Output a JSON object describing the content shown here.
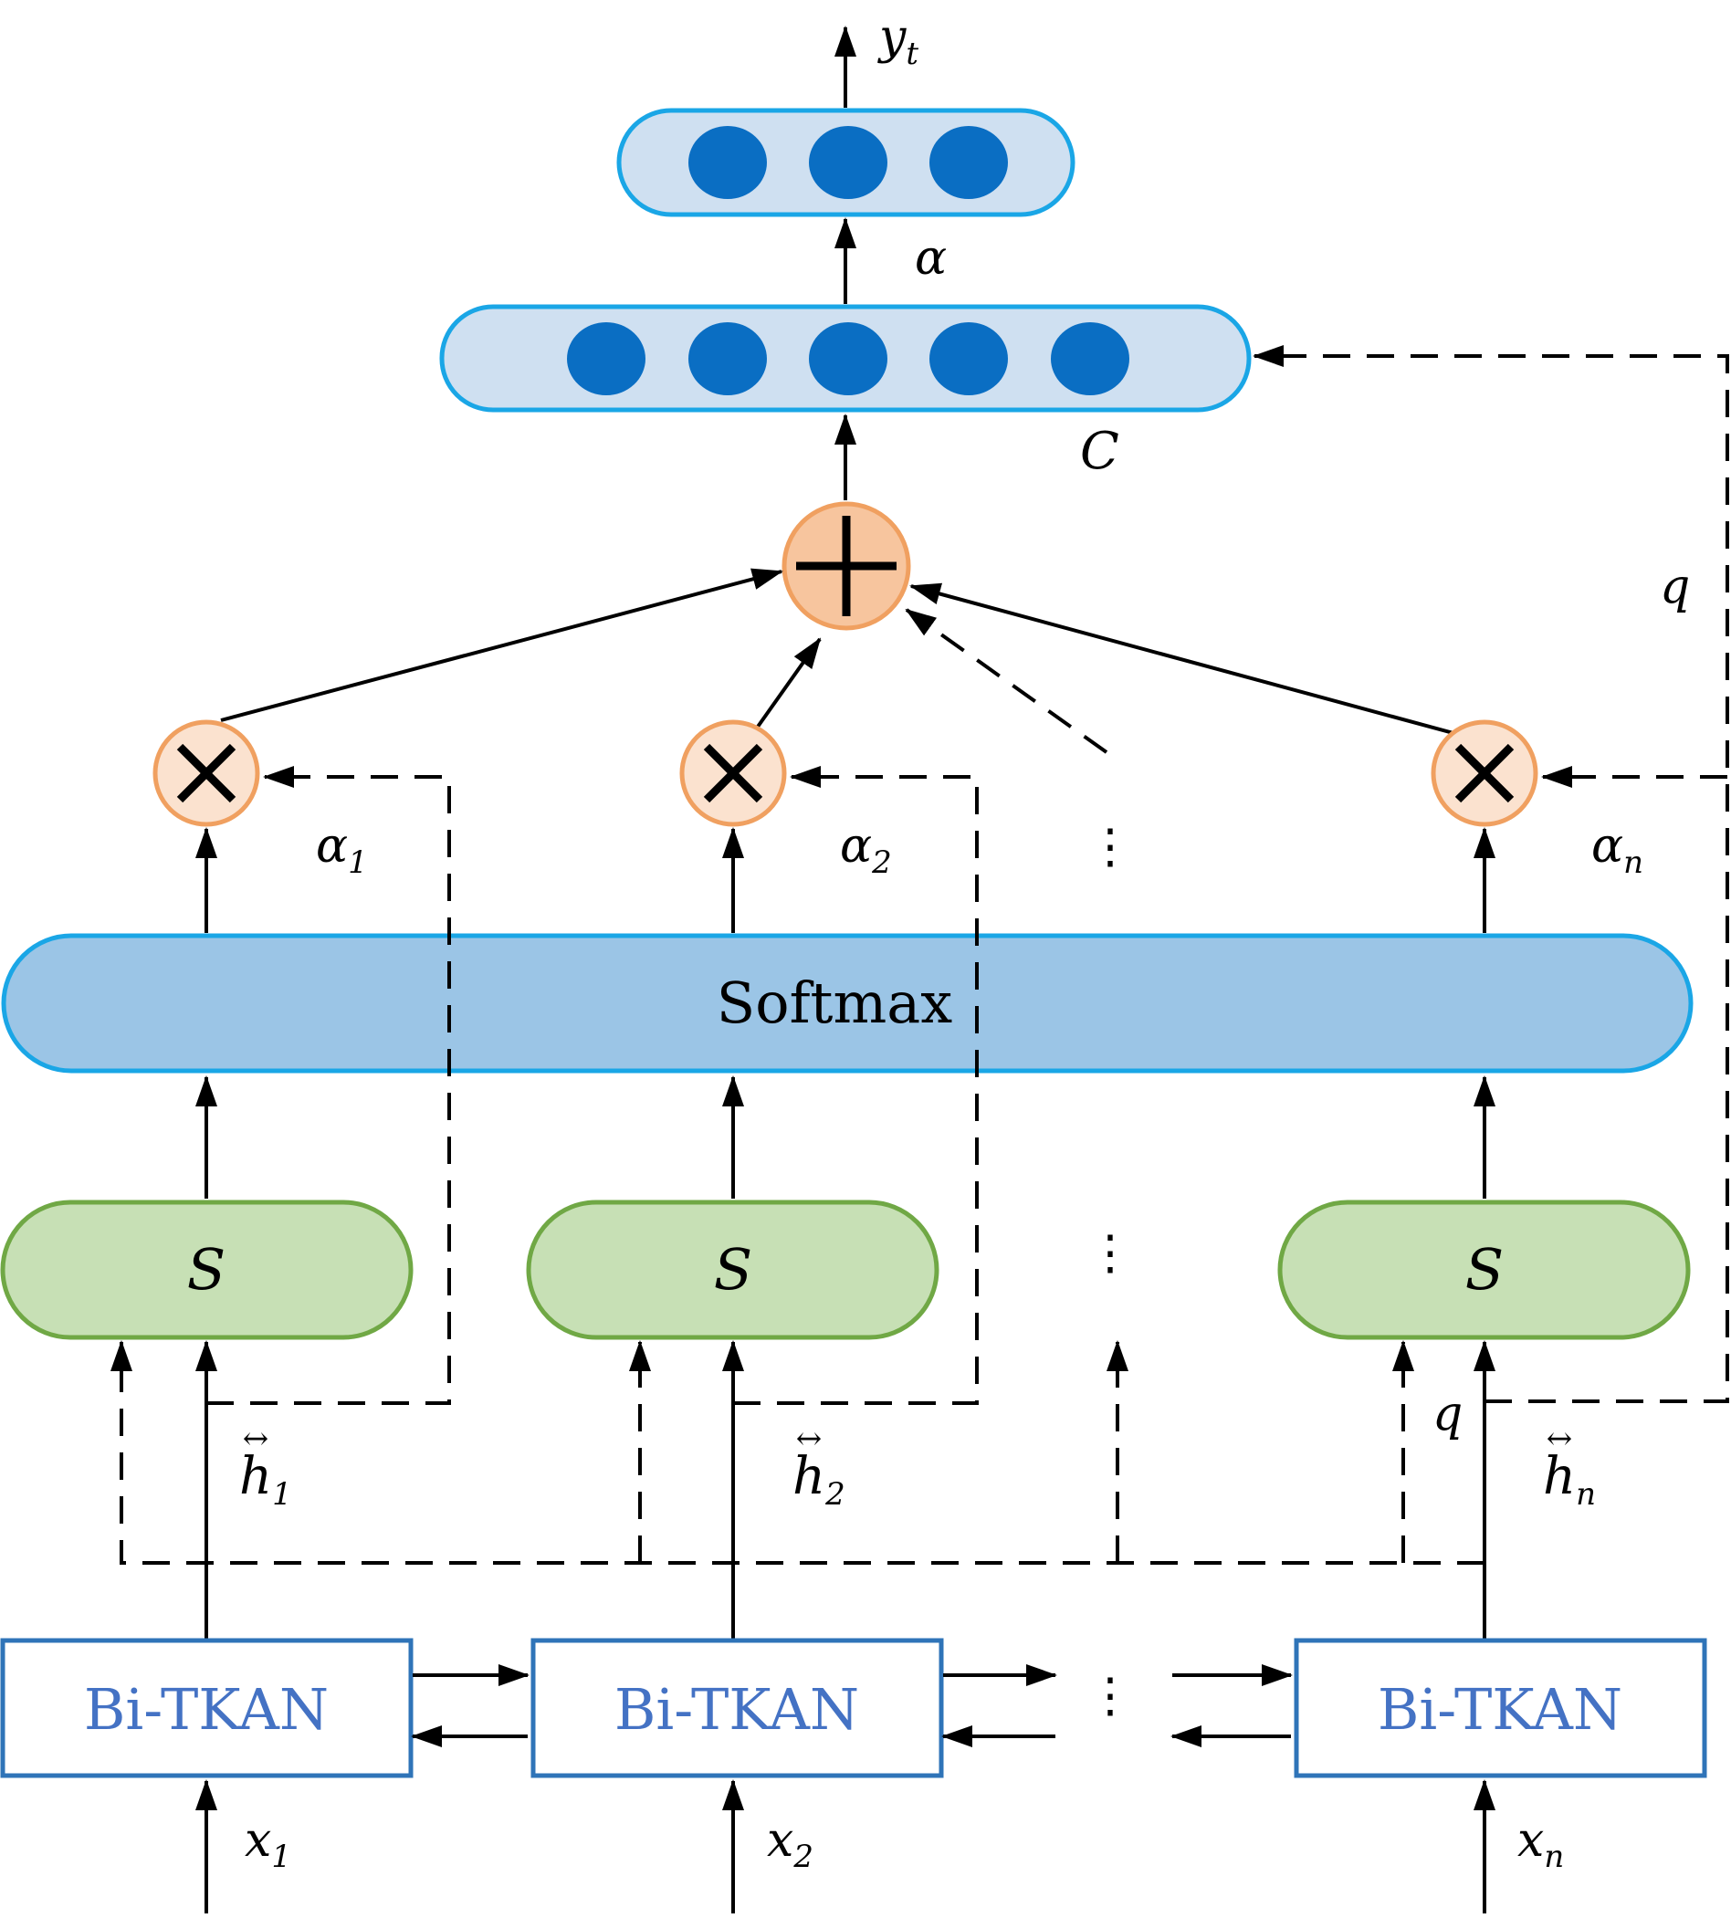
{
  "output": {
    "label": "y",
    "sub": "t"
  },
  "alpha_label": "α",
  "context": {
    "label": "C"
  },
  "softmax": {
    "label": "Softmax"
  },
  "query": {
    "label_right": "q",
    "label_bottom": "q"
  },
  "columns": [
    {
      "s_label": "S",
      "h_label": "h",
      "h_sub": "1",
      "alpha_label": "α",
      "alpha_sub": "1",
      "bi_label": "Bi-TKAN",
      "x_label": "x",
      "x_sub": "1"
    },
    {
      "s_label": "S",
      "h_label": "h",
      "h_sub": "2",
      "alpha_label": "α",
      "alpha_sub": "2",
      "bi_label": "Bi-TKAN",
      "x_label": "x",
      "x_sub": "2"
    },
    {
      "s_label": "S",
      "h_label": "h",
      "h_sub": "n",
      "alpha_label": "α",
      "alpha_sub": "n",
      "bi_label": "Bi-TKAN",
      "x_label": "x",
      "x_sub": "n"
    }
  ],
  "ellipsis": "⋮",
  "colors": {
    "blue_border": "#1aa6e6",
    "light_blue_fill": "#cfe0f1",
    "node_fill": "#0a6ec3",
    "softmax_fill": "#9bc5e6",
    "green_border": "#70a845",
    "green_fill": "#c7e0b5",
    "orange_border": "#f0a060",
    "orange_fill_sum": "#f7c59e",
    "orange_fill_mul": "#fbe2cf",
    "bi_border": "#2f74b8",
    "bi_text": "#4472c4"
  }
}
